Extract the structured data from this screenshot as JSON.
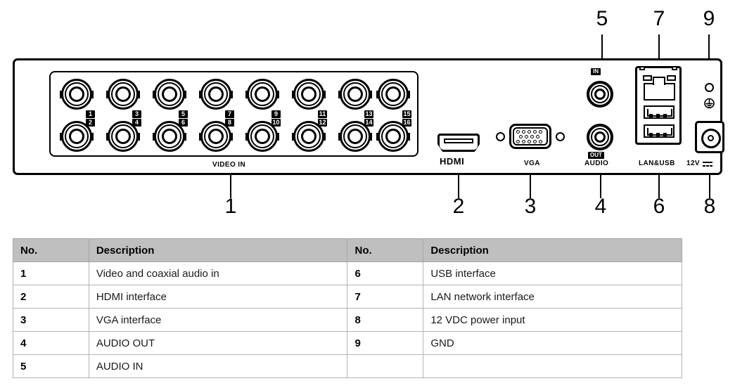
{
  "diagram": {
    "title": "DVR rear panel",
    "device_labels": {
      "video_in": "VIDEO IN",
      "hdmi": "HDMI",
      "vga": "VGA",
      "audio": "AUDIO",
      "audio_in_tag": "IN",
      "audio_out_tag": "OUT",
      "lan_usb": "LAN&USB",
      "power": "12V"
    },
    "bnc_port_numbers": [
      "1",
      "2",
      "3",
      "4",
      "5",
      "6",
      "7",
      "8",
      "9",
      "10",
      "11",
      "12",
      "13",
      "14",
      "15",
      "16"
    ],
    "callouts_top": [
      {
        "label": "5"
      },
      {
        "label": "7"
      },
      {
        "label": "9"
      }
    ],
    "callouts_bottom": [
      {
        "label": "1"
      },
      {
        "label": "2"
      },
      {
        "label": "3"
      },
      {
        "label": "4"
      },
      {
        "label": "6"
      },
      {
        "label": "8"
      }
    ]
  },
  "table": {
    "headers": [
      "No.",
      "Description",
      "No.",
      "Description"
    ],
    "rows": [
      [
        "1",
        "Video and coaxial audio in",
        "6",
        "USB interface"
      ],
      [
        "2",
        "HDMI interface",
        "7",
        "LAN network interface"
      ],
      [
        "3",
        "VGA interface",
        "8",
        "12 VDC power input"
      ],
      [
        "4",
        "AUDIO OUT",
        "9",
        "GND"
      ],
      [
        "5",
        "AUDIO IN",
        "",
        ""
      ]
    ]
  },
  "colors": {
    "header_bg": "#bfbfbf",
    "border": "#b3b3b3",
    "ink": "#000000",
    "page_bg": "#ffffff"
  }
}
